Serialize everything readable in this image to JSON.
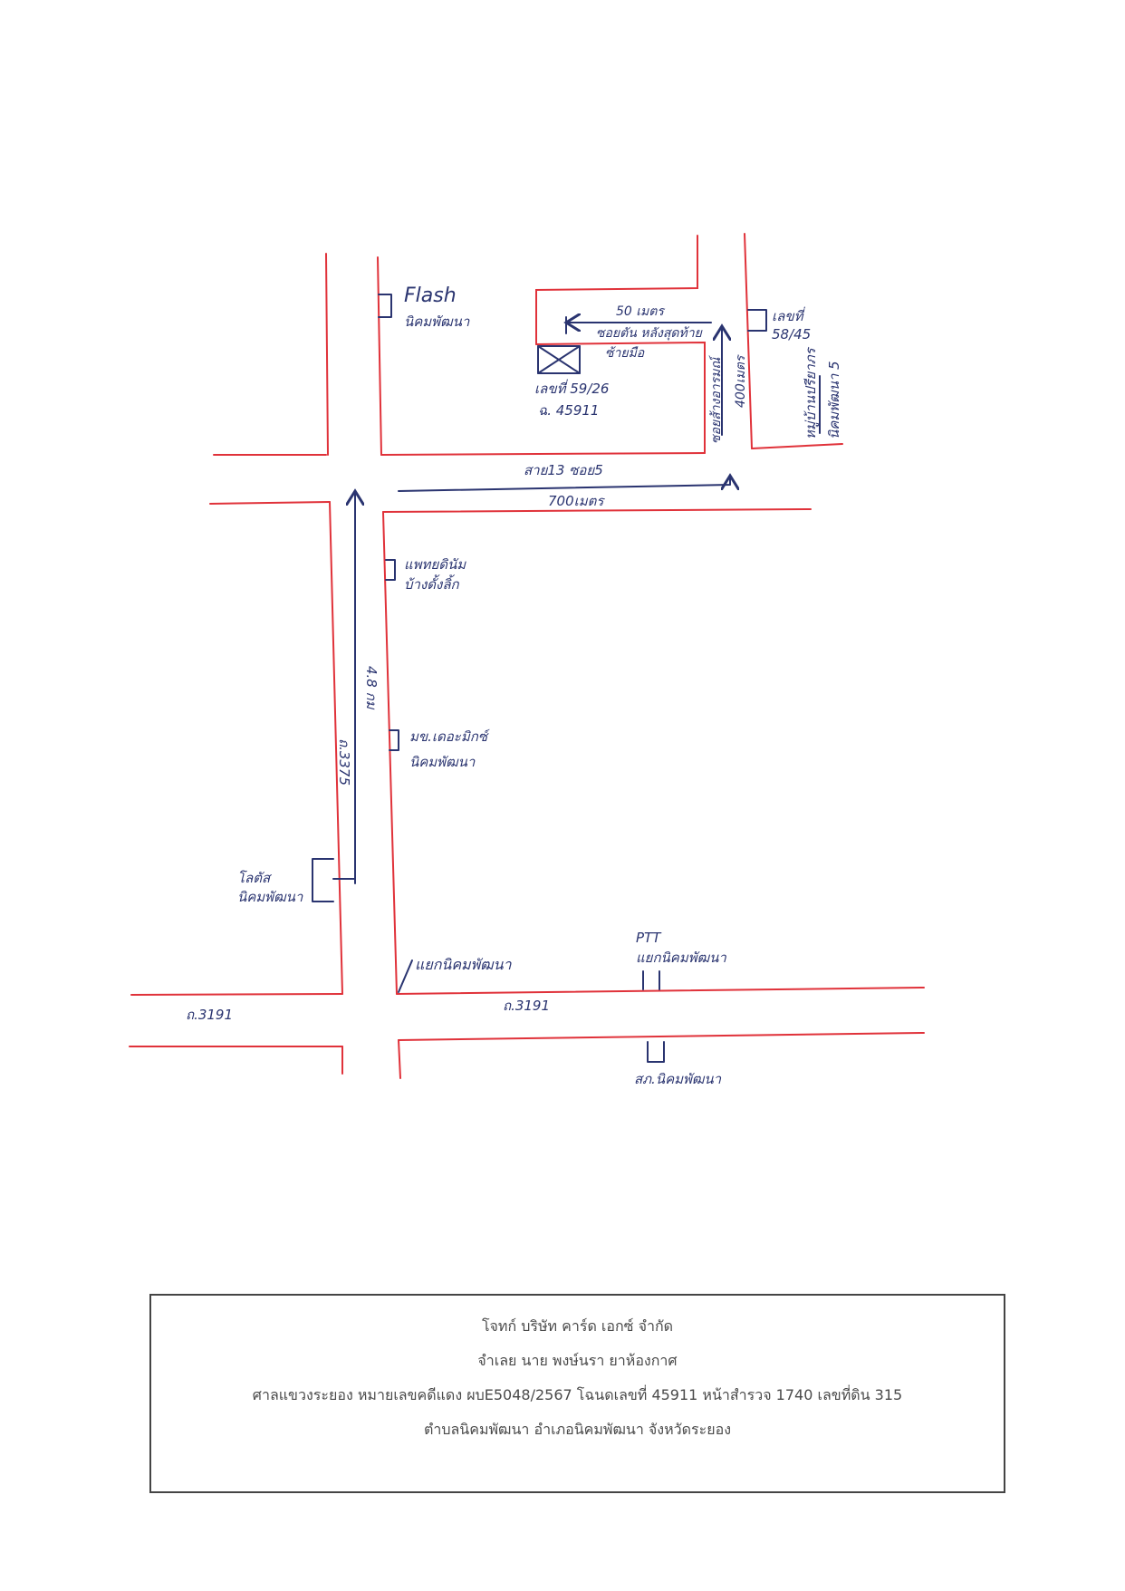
{
  "map": {
    "landmarks": {
      "flash": {
        "name": "Flash",
        "sub": "นิคมพัฒนา"
      },
      "plot": {
        "number": "เลขที่ 59/26",
        "deed": "ฉ. 45911"
      },
      "house_right": {
        "line1": "เลขที่",
        "line2": "58/45"
      },
      "village": {
        "line1": "หมู่บ้านปรียาภร",
        "line2": "นิคมพัฒนา 5"
      },
      "mart1": {
        "line1": "แพทยดินัม",
        "line2": "บ้างดั้งลิ้ก"
      },
      "mart2": {
        "line1": "มข.เดอะมิกซ์",
        "line2": "นิคมพัฒนา"
      },
      "lotus": {
        "line1": "โลตัส",
        "line2": "นิคมพัฒนา"
      },
      "ptt": {
        "line1": "PTT",
        "line2": "แยกนิคมพัฒนา"
      },
      "police": {
        "label": "สภ.นิคมพัฒนา"
      }
    },
    "labels": {
      "lane_last": "ซอยตัน หลังสุดท้าย",
      "lane_last_side": "ซ้ายมือ",
      "dist_50": "50 เมตร",
      "soi_side": "ซอยส้างอารมณ์",
      "dist_400": "400เมตร",
      "soi5": "สาย13 ซอย5",
      "dist_700": "700เมตร",
      "road_3375": "ถ.3375",
      "dist_4_8": "4.8 กม",
      "junction": "แยกนิคมพัฒนา",
      "road_3191_left": "ถ.3191",
      "road_3191_right": "ถ.3191"
    }
  },
  "caption": {
    "line1": "โจทก์ บริษัท คาร์ด เอกซ์ จำกัด",
    "line2": "จำเลย นาย พงษ์นรา  ยาห้องกาศ",
    "line3": "ศาลแขวงระยอง หมายเลขคดีแดง ผบE5048/2567 โฉนดเลขที่ 45911 หน้าสำรวจ 1740 เลขที่ดิน 315",
    "line4": "ตำบลนิคมพัฒนา  อำเภอนิคมพัฒนา จังหวัดระยอง"
  }
}
